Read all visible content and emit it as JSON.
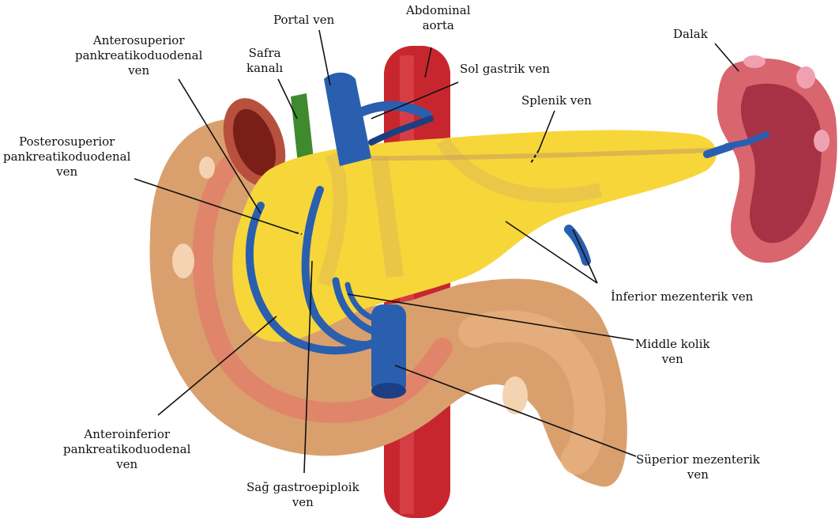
{
  "labels": {
    "portal": "Portal ven",
    "aorta": [
      "Abdominal",
      "aorta"
    ],
    "antsup": [
      "Anterosuperior",
      "pankreatikoduodenal",
      "ven"
    ],
    "safra": [
      "Safra",
      "kanalı"
    ],
    "solgastrik": "Sol gastrik ven",
    "dalak": "Dalak",
    "splenik": "Splenik ven",
    "postsup": [
      "Posterosuperior",
      "pankreatikoduodenal",
      "ven"
    ],
    "infmez": "İnferior mezenterik ven",
    "middle": [
      "Middle kolik",
      "ven"
    ],
    "antinf": [
      "Anteroinferior",
      "pankreatikoduodenal",
      "ven"
    ],
    "sag": [
      "Sağ gastroepiploik",
      "ven"
    ],
    "supmez": [
      "Süperior mezenterik",
      "ven"
    ]
  },
  "colors": {
    "duodenum": "#d9a06e",
    "duodenum_inner": "#e27c6a",
    "pancreas": "#f7d63a",
    "aorta": "#c8262e",
    "vein": "#2a5fb0",
    "vein_dark": "#1c3f84",
    "spleen": "#d9656e",
    "bile": "#3f8a2e"
  }
}
